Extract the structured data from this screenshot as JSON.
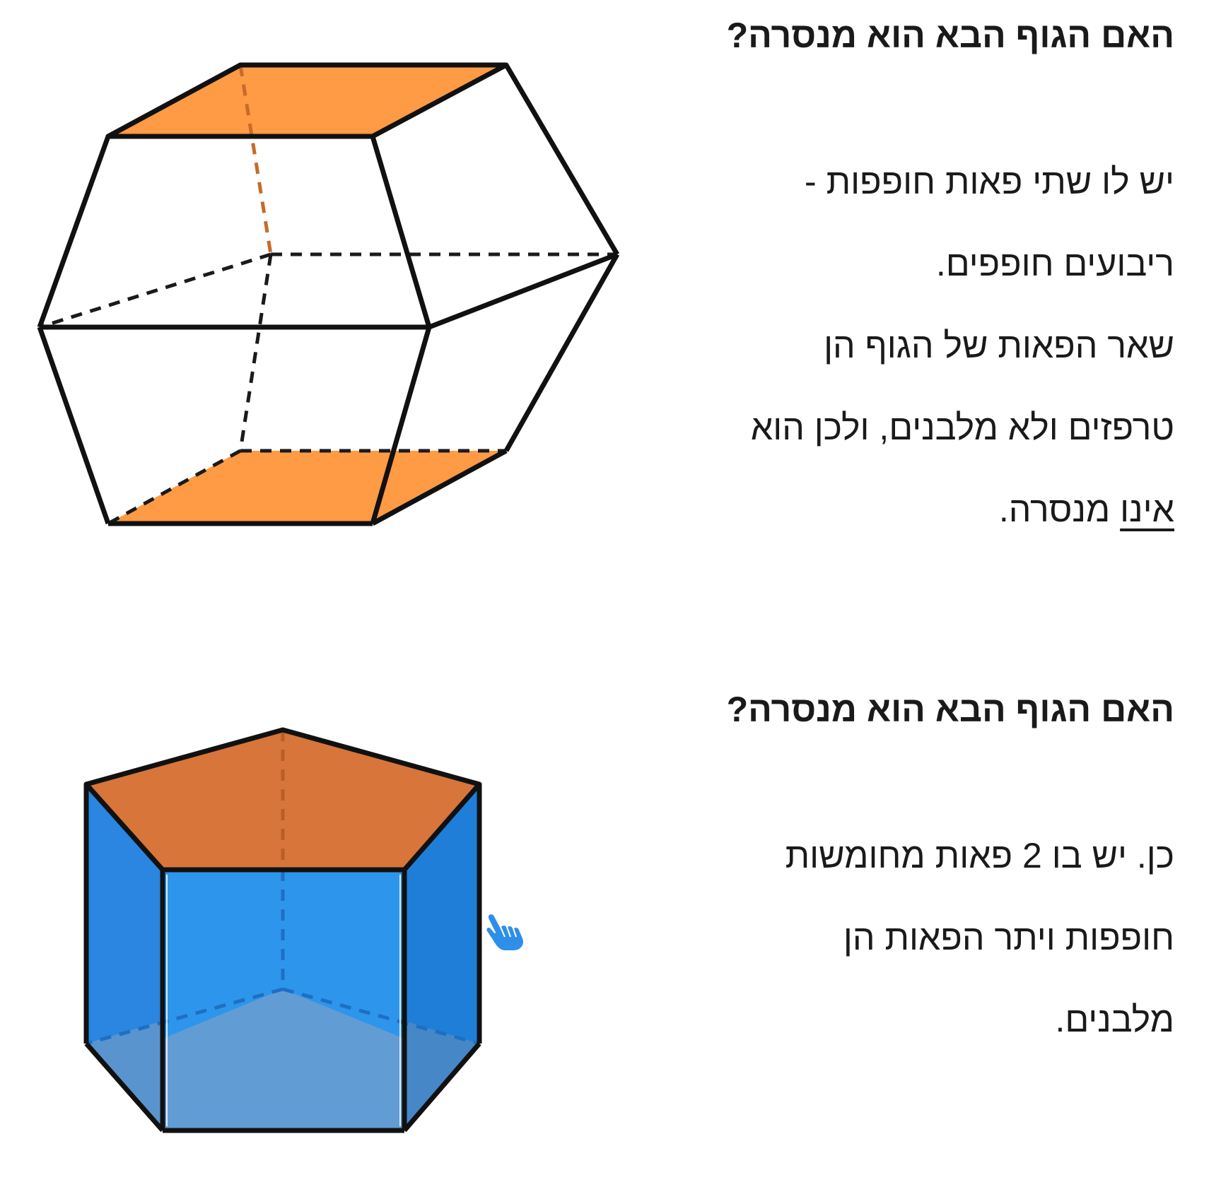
{
  "section1": {
    "question": "האם הגוף הבא הוא מנסרה?",
    "answer_lines": [
      "יש לו שתי פאות חופפות -",
      "ריבועים  חופפים.",
      "שאר הפאות של הגוף הן",
      "טרפזים ולא מלבנים, ולכן הוא"
    ],
    "last_line_underlined": "אינו",
    "last_line_rest": " מנסרה."
  },
  "section2": {
    "question": "האם הגוף הבא הוא מנסרה?",
    "answer_lines": [
      "כן. יש בו 2 פאות מחומשות",
      "חופפות ויתר הפאות הן",
      "מלבנים."
    ]
  },
  "colors": {
    "orange_face": "#FF9A45",
    "dark_orange_face": "#D7753A",
    "blue_face": "#2E8FE8",
    "blue_bottom": "#6A9FD0",
    "hand_cursor": "#2E8FE8"
  },
  "icons": {
    "hand_cursor": "pointing-hand-cursor-icon"
  }
}
